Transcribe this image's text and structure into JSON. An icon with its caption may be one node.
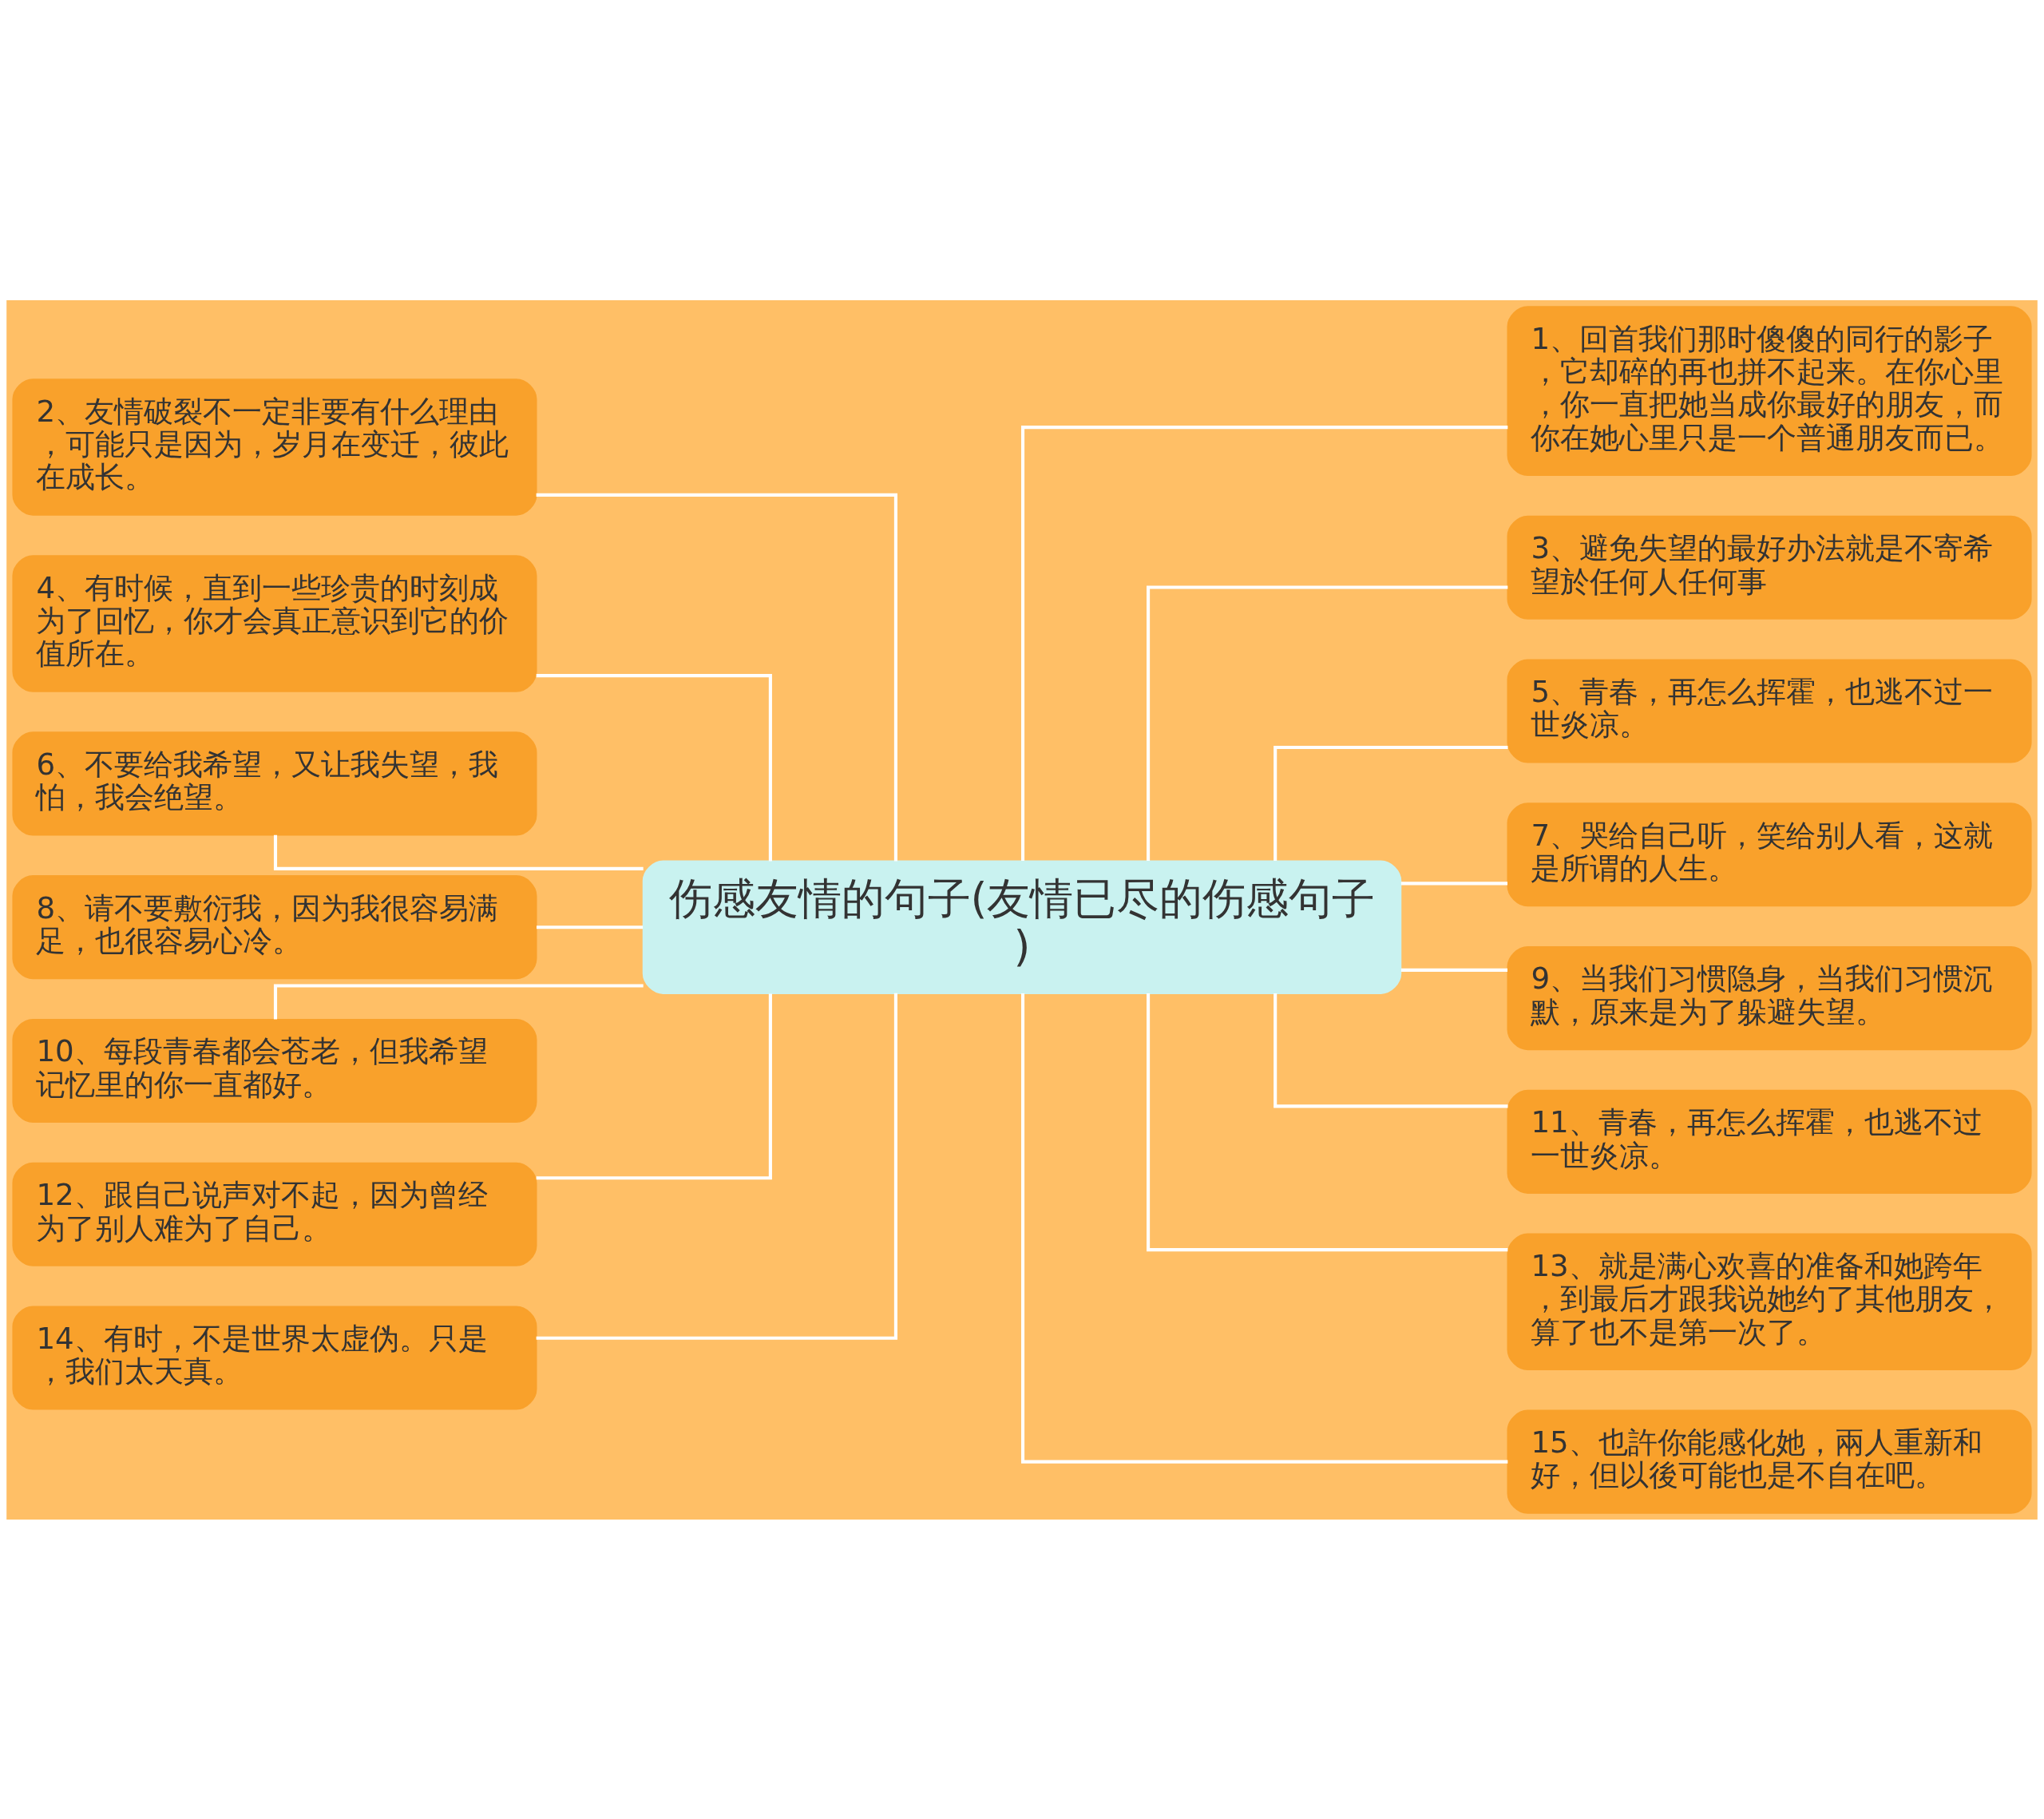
{
  "diagram": {
    "nodes": [
      {
        "text": [
          "伤感友情的句子(友情已尽的伤感句子)"
        ]
      },
      {
        "text": [
          "1、回首我们那时傻傻的同行的影子，它却碎的再也拼不起来。在你心里，你一直把她当成你最好的朋友，而你在她心里只是一个普通朋友而已。"
        ]
      },
      {
        "text": [
          "2、友情破裂不一定非要有什么理由，可能只是因为，岁月在变迁，彼此在成长。"
        ]
      },
      {
        "text": [
          "3、避免失望的最好办法就是不寄希望於任何人任何事"
        ]
      },
      {
        "text": [
          "4、有时候，直到一些珍贵的时刻成为了回忆，你才会真正意识到它的价值所在。"
        ]
      },
      {
        "text": [
          "5、青春，再怎么挥霍，也逃不过一世炎凉。"
        ]
      },
      {
        "text": [
          "6、不要给我希望，又让我失望，我怕，我会绝望。"
        ]
      },
      {
        "text": [
          "7、哭给自己听，笑给别人看，这就是所谓的人生。"
        ]
      },
      {
        "text": [
          "8、请不要敷衍我，因为我很容易满足，也很容易心冷。"
        ]
      },
      {
        "text": [
          "9、当我们习惯隐身，当我们习惯沉默，原来是为了躲避失望。"
        ]
      },
      {
        "text": [
          "10、每段青春都会苍老，但我希望记忆里的你一直都好。"
        ]
      },
      {
        "text": [
          "11、青春，再怎么挥霍，也逃不过一世炎凉。"
        ]
      },
      {
        "text": [
          "12、跟自己说声对不起，因为曾经为了别人难为了自己。"
        ]
      },
      {
        "text": [
          "13、就是满心欢喜的准备和她跨年，到最后才跟我说她约了其他朋友，算了也不是第一次了。"
        ]
      },
      {
        "text": [
          "14、有时，不是世界太虚伪。只是，我们太天真。"
        ]
      },
      {
        "text": [
          "15、也許你能感化她，兩人重新和好，但以後可能也是不自在吧。"
        ]
      }
    ],
    "edges": [
      {
        "from": 0,
        "to": 1,
        "arrow": "none"
      },
      {
        "from": 0,
        "to": 2,
        "arrow": "none"
      },
      {
        "from": 0,
        "to": 3,
        "arrow": "none"
      },
      {
        "from": 0,
        "to": 4,
        "arrow": "none"
      },
      {
        "from": 0,
        "to": 5,
        "arrow": "none"
      },
      {
        "from": 0,
        "to": 6,
        "arrow": "none"
      },
      {
        "from": 0,
        "to": 7,
        "arrow": "none"
      },
      {
        "from": 0,
        "to": 8,
        "arrow": "none"
      },
      {
        "from": 0,
        "to": 9,
        "arrow": "none"
      },
      {
        "from": 0,
        "to": 10,
        "arrow": "none"
      },
      {
        "from": 0,
        "to": 11,
        "arrow": "none"
      },
      {
        "from": 0,
        "to": 12,
        "arrow": "none"
      },
      {
        "from": 0,
        "to": 13,
        "arrow": "none"
      },
      {
        "from": 0,
        "to": 14,
        "arrow": "none"
      },
      {
        "from": 0,
        "to": 15,
        "arrow": "none"
      }
    ]
  }
}
